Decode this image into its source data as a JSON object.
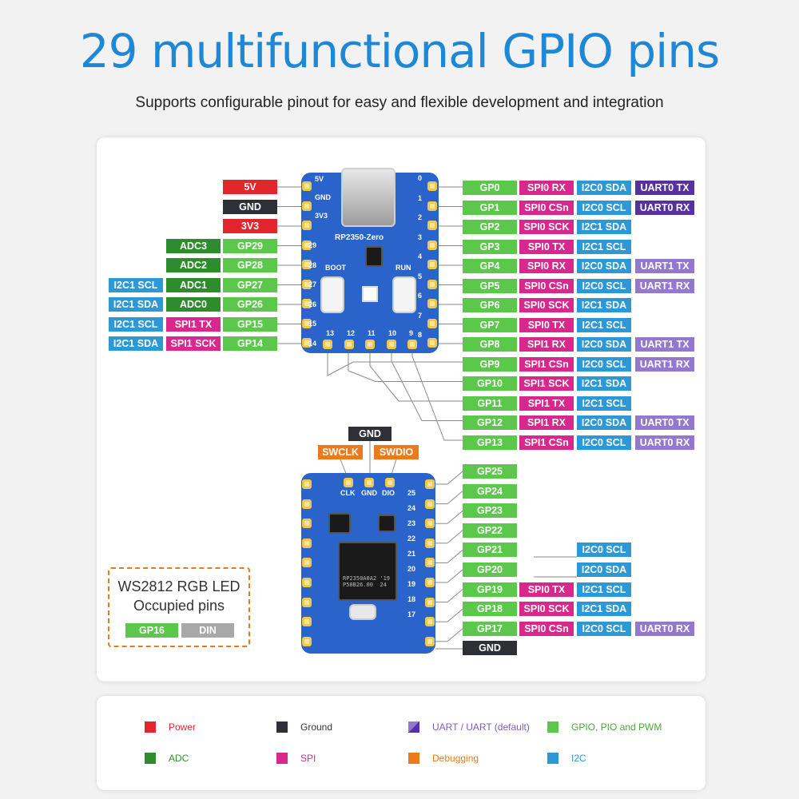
{
  "title": "29 multifunctional GPIO pins",
  "subtitle": "Supports configurable pinout for easy and flexible development and integration",
  "top_board": {
    "name": "RP2350-Zero",
    "silk_top": [
      "5V",
      "GND",
      "3V3"
    ],
    "silk_buttons": [
      "BOOT",
      "RUN"
    ],
    "left_numbers": [
      "29",
      "28",
      "27",
      "26",
      "15",
      "14"
    ],
    "bottom_numbers": [
      "13",
      "12",
      "11",
      "10",
      "9"
    ],
    "right_numbers": [
      "0",
      "1",
      "2",
      "3",
      "4",
      "5",
      "6",
      "7",
      "8"
    ]
  },
  "bottom_board": {
    "chip_text": "RP2350A0A2 '19\nP58B26.00  24",
    "silk_top": [
      "CLK",
      "GND",
      "DIO"
    ],
    "right_numbers": [
      "25",
      "24",
      "23",
      "22",
      "21",
      "20",
      "19",
      "18",
      "17"
    ]
  },
  "left_rows": [
    {
      "cells": [
        {
          "t": "5V",
          "c": "pwr"
        }
      ]
    },
    {
      "cells": [
        {
          "t": "GND",
          "c": "gnd"
        }
      ]
    },
    {
      "cells": [
        {
          "t": "3V3",
          "c": "pwr"
        }
      ]
    },
    {
      "cells": [
        {
          "t": "ADC3",
          "c": "adc"
        },
        {
          "t": "GP29",
          "c": "gp"
        }
      ]
    },
    {
      "cells": [
        {
          "t": "ADC2",
          "c": "adc"
        },
        {
          "t": "GP28",
          "c": "gp"
        }
      ]
    },
    {
      "cells": [
        {
          "t": "I2C1 SCL",
          "c": "i2c"
        },
        {
          "t": "ADC1",
          "c": "adc"
        },
        {
          "t": "GP27",
          "c": "gp"
        }
      ]
    },
    {
      "cells": [
        {
          "t": "I2C1 SDA",
          "c": "i2c"
        },
        {
          "t": "ADC0",
          "c": "adc"
        },
        {
          "t": "GP26",
          "c": "gp"
        }
      ]
    },
    {
      "cells": [
        {
          "t": "I2C1 SCL",
          "c": "i2c"
        },
        {
          "t": "SPI1 TX",
          "c": "spi"
        },
        {
          "t": "GP15",
          "c": "gp"
        }
      ]
    },
    {
      "cells": [
        {
          "t": "I2C1 SDA",
          "c": "i2c"
        },
        {
          "t": "SPI1 SCK",
          "c": "spi"
        },
        {
          "t": "GP14",
          "c": "gp"
        }
      ]
    }
  ],
  "right_rows_top": [
    {
      "cells": [
        {
          "t": "GP0",
          "c": "gp"
        },
        {
          "t": "SPI0 RX",
          "c": "spi"
        },
        {
          "t": "I2C0 SDA",
          "c": "i2c"
        },
        {
          "t": "UART0 TX",
          "c": "uartd"
        }
      ]
    },
    {
      "cells": [
        {
          "t": "GP1",
          "c": "gp"
        },
        {
          "t": "SPI0 CSn",
          "c": "spi"
        },
        {
          "t": "I2C0 SCL",
          "c": "i2c"
        },
        {
          "t": "UART0 RX",
          "c": "uartd"
        }
      ]
    },
    {
      "cells": [
        {
          "t": "GP2",
          "c": "gp"
        },
        {
          "t": "SPI0 SCK",
          "c": "spi"
        },
        {
          "t": "I2C1 SDA",
          "c": "i2c"
        }
      ]
    },
    {
      "cells": [
        {
          "t": "GP3",
          "c": "gp"
        },
        {
          "t": "SPI0 TX",
          "c": "spi"
        },
        {
          "t": "I2C1 SCL",
          "c": "i2c"
        }
      ]
    },
    {
      "cells": [
        {
          "t": "GP4",
          "c": "gp"
        },
        {
          "t": "SPI0 RX",
          "c": "spi"
        },
        {
          "t": "I2C0 SDA",
          "c": "i2c"
        },
        {
          "t": "UART1 TX",
          "c": "uart"
        }
      ]
    },
    {
      "cells": [
        {
          "t": "GP5",
          "c": "gp"
        },
        {
          "t": "SPI0 CSn",
          "c": "spi"
        },
        {
          "t": "I2C0 SCL",
          "c": "i2c"
        },
        {
          "t": "UART1 RX",
          "c": "uart"
        }
      ]
    },
    {
      "cells": [
        {
          "t": "GP6",
          "c": "gp"
        },
        {
          "t": "SPI0 SCK",
          "c": "spi"
        },
        {
          "t": "I2C1 SDA",
          "c": "i2c"
        }
      ]
    },
    {
      "cells": [
        {
          "t": "GP7",
          "c": "gp"
        },
        {
          "t": "SPI0 TX",
          "c": "spi"
        },
        {
          "t": "I2C1 SCL",
          "c": "i2c"
        }
      ]
    },
    {
      "cells": [
        {
          "t": "GP8",
          "c": "gp"
        },
        {
          "t": "SPI1 RX",
          "c": "spi"
        },
        {
          "t": "I2C0 SDA",
          "c": "i2c"
        },
        {
          "t": "UART1 TX",
          "c": "uart"
        }
      ]
    },
    {
      "cells": [
        {
          "t": "GP9",
          "c": "gp"
        },
        {
          "t": "SPI1 CSn",
          "c": "spi"
        },
        {
          "t": "I2C0 SCL",
          "c": "i2c"
        },
        {
          "t": "UART1 RX",
          "c": "uart"
        }
      ]
    },
    {
      "cells": [
        {
          "t": "GP10",
          "c": "gp"
        },
        {
          "t": "SPI1 SCK",
          "c": "spi"
        },
        {
          "t": "I2C1 SDA",
          "c": "i2c"
        }
      ]
    },
    {
      "cells": [
        {
          "t": "GP11",
          "c": "gp"
        },
        {
          "t": "SPI1 TX",
          "c": "spi"
        },
        {
          "t": "I2C1 SCL",
          "c": "i2c"
        }
      ]
    },
    {
      "cells": [
        {
          "t": "GP12",
          "c": "gp"
        },
        {
          "t": "SPI1 RX",
          "c": "spi"
        },
        {
          "t": "I2C0 SDA",
          "c": "i2c"
        },
        {
          "t": "UART0 TX",
          "c": "uart"
        }
      ]
    },
    {
      "cells": [
        {
          "t": "GP13",
          "c": "gp"
        },
        {
          "t": "SPI1 CSn",
          "c": "spi"
        },
        {
          "t": "I2C0 SCL",
          "c": "i2c"
        },
        {
          "t": "UART0 RX",
          "c": "uart"
        }
      ]
    }
  ],
  "debug_labels": {
    "gnd": "GND",
    "swclk": "SWCLK",
    "swdio": "SWDIO"
  },
  "right_rows_bottom": [
    {
      "cells": [
        {
          "t": "GP25",
          "c": "gp"
        }
      ]
    },
    {
      "cells": [
        {
          "t": "GP24",
          "c": "gp"
        }
      ]
    },
    {
      "cells": [
        {
          "t": "GP23",
          "c": "gp"
        }
      ]
    },
    {
      "cells": [
        {
          "t": "GP22",
          "c": "gp"
        }
      ]
    },
    {
      "cells": [
        {
          "t": "GP21",
          "c": "gp"
        },
        {
          "t": "",
          "c": "none"
        },
        {
          "t": "I2C0 SCL",
          "c": "i2c"
        }
      ]
    },
    {
      "cells": [
        {
          "t": "GP20",
          "c": "gp"
        },
        {
          "t": "",
          "c": "none"
        },
        {
          "t": "I2C0 SDA",
          "c": "i2c"
        }
      ]
    },
    {
      "cells": [
        {
          "t": "GP19",
          "c": "gp"
        },
        {
          "t": "SPI0 TX",
          "c": "spi"
        },
        {
          "t": "I2C1 SCL",
          "c": "i2c"
        }
      ]
    },
    {
      "cells": [
        {
          "t": "GP18",
          "c": "gp"
        },
        {
          "t": "SPI0 SCK",
          "c": "spi"
        },
        {
          "t": "I2C1 SDA",
          "c": "i2c"
        }
      ]
    },
    {
      "cells": [
        {
          "t": "GP17",
          "c": "gp"
        },
        {
          "t": "SPI0 CSn",
          "c": "spi"
        },
        {
          "t": "I2C0 SCL",
          "c": "i2c"
        },
        {
          "t": "UART0 RX",
          "c": "uart"
        }
      ]
    },
    {
      "cells": [
        {
          "t": "GND",
          "c": "gnd"
        }
      ]
    }
  ],
  "note": {
    "line1": "WS2812 RGB LED",
    "line2": "Occupied pins",
    "pin": "GP16",
    "func": "DIN"
  },
  "legend": [
    {
      "label": "Power",
      "color": "#e2262b",
      "text_color": "#e2262b"
    },
    {
      "label": "Ground",
      "color": "#2f3035",
      "text_color": "#333333"
    },
    {
      "label": "UART / UART (default)",
      "color": "split",
      "text_color": "#7a5cc0"
    },
    {
      "label": "GPIO, PIO and PWM",
      "color": "#5cc84b",
      "text_color": "#4aa63a"
    },
    {
      "label": "ADC",
      "color": "#2e8b2e",
      "text_color": "#2e8b2e"
    },
    {
      "label": "SPI",
      "color": "#d8278d",
      "text_color": "#d8278d"
    },
    {
      "label": "Debugging",
      "color": "#ea7b1d",
      "text_color": "#ea7b1d"
    },
    {
      "label": "I2C",
      "color": "#2c98d6",
      "text_color": "#2c98d6"
    }
  ]
}
